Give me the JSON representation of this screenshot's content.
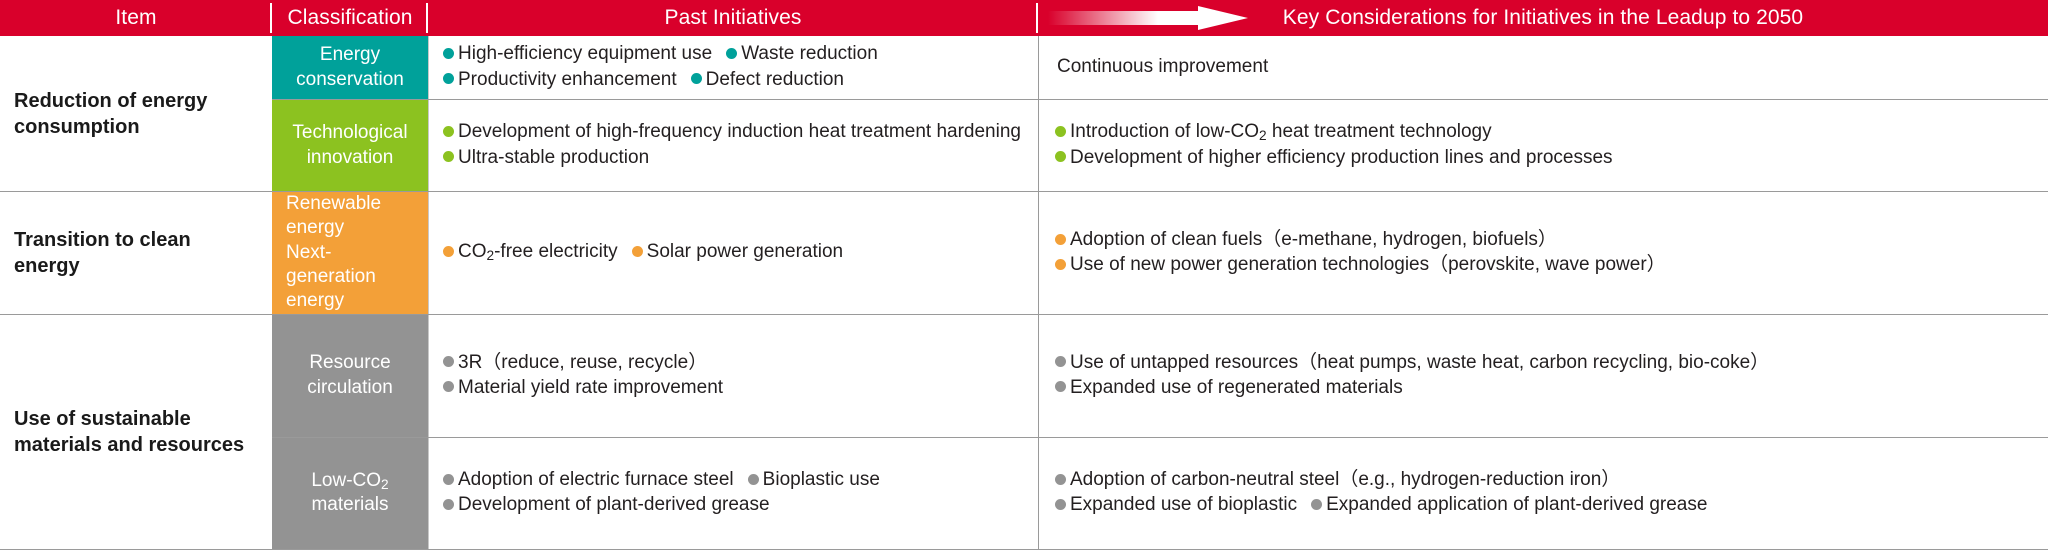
{
  "header": {
    "columns": [
      {
        "label": "Item"
      },
      {
        "label": "Classification"
      },
      {
        "label": "Past Initiatives"
      },
      {
        "label": "Key Considerations for Initiatives in the Leadup to 2050"
      }
    ],
    "arrow_icon": "right-arrow-gradient-icon",
    "background_color": "#d9002b",
    "text_color": "#ffffff"
  },
  "colors": {
    "header_red": "#d9002b",
    "teal": "#00a19a",
    "green": "#8cc220",
    "orange": "#f3a038",
    "gray": "#939393",
    "body_text": "#231f20",
    "border": "#9a9a9a"
  },
  "groups": [
    {
      "item": "Reduction of energy consumption",
      "rows": [
        {
          "classification": "Energy conservation",
          "classification_color": "#00a19a",
          "classification_align": "center",
          "past": [
            [
              "High-efficiency equipment use",
              "Waste reduction"
            ],
            [
              "Productivity enhancement",
              "Defect reduction"
            ]
          ],
          "key_plain": [
            "Continuous improvement"
          ],
          "key": []
        },
        {
          "classification": "Technological innovation",
          "classification_color": "#8cc220",
          "classification_align": "center",
          "past_wrapped": [
            "Development of high-frequency induction heat treatment hardening"
          ],
          "past": [
            [
              "Ultra-stable production"
            ]
          ],
          "key": [
            [
              "Introduction of low-CO2 heat treatment technology"
            ],
            [
              "Development of higher efficiency production lines and processes"
            ]
          ]
        }
      ]
    },
    {
      "item": "Transition to clean energy",
      "rows": [
        {
          "classification": "Renewable energy Next-generation energy",
          "classification_color": "#f3a038",
          "classification_align": "left",
          "past": [
            [
              "CO2-free electricity",
              "Solar power generation"
            ]
          ],
          "key": [
            [
              "Adoption of clean fuels（e-methane, hydrogen, biofuels）"
            ],
            [
              "Use of new power generation technologies（perovskite, wave power）"
            ]
          ]
        }
      ]
    },
    {
      "item": "Use of sustainable materials and resources",
      "rows": [
        {
          "classification": "Resource circulation",
          "classification_color": "#939393",
          "classification_align": "center",
          "past": [
            [
              "3R（reduce, reuse, recycle）"
            ],
            [
              "Material yield rate improvement"
            ]
          ],
          "key_wrapped": [
            "Use of untapped resources（heat pumps, waste heat, carbon recycling, bio-coke）"
          ],
          "key": [
            [
              "Expanded use of regenerated materials"
            ]
          ]
        },
        {
          "classification": "Low-CO2 materials",
          "classification_color": "#939393",
          "classification_align": "center",
          "past": [
            [
              "Adoption of electric furnace steel",
              "Bioplastic use"
            ],
            [
              "Development of plant-derived grease"
            ]
          ],
          "key": [
            [
              "Adoption of carbon-neutral steel（e.g., hydrogen-reduction iron）"
            ],
            [
              "Expanded use of bioplastic",
              "Expanded application of plant-derived grease"
            ]
          ]
        }
      ]
    }
  ]
}
